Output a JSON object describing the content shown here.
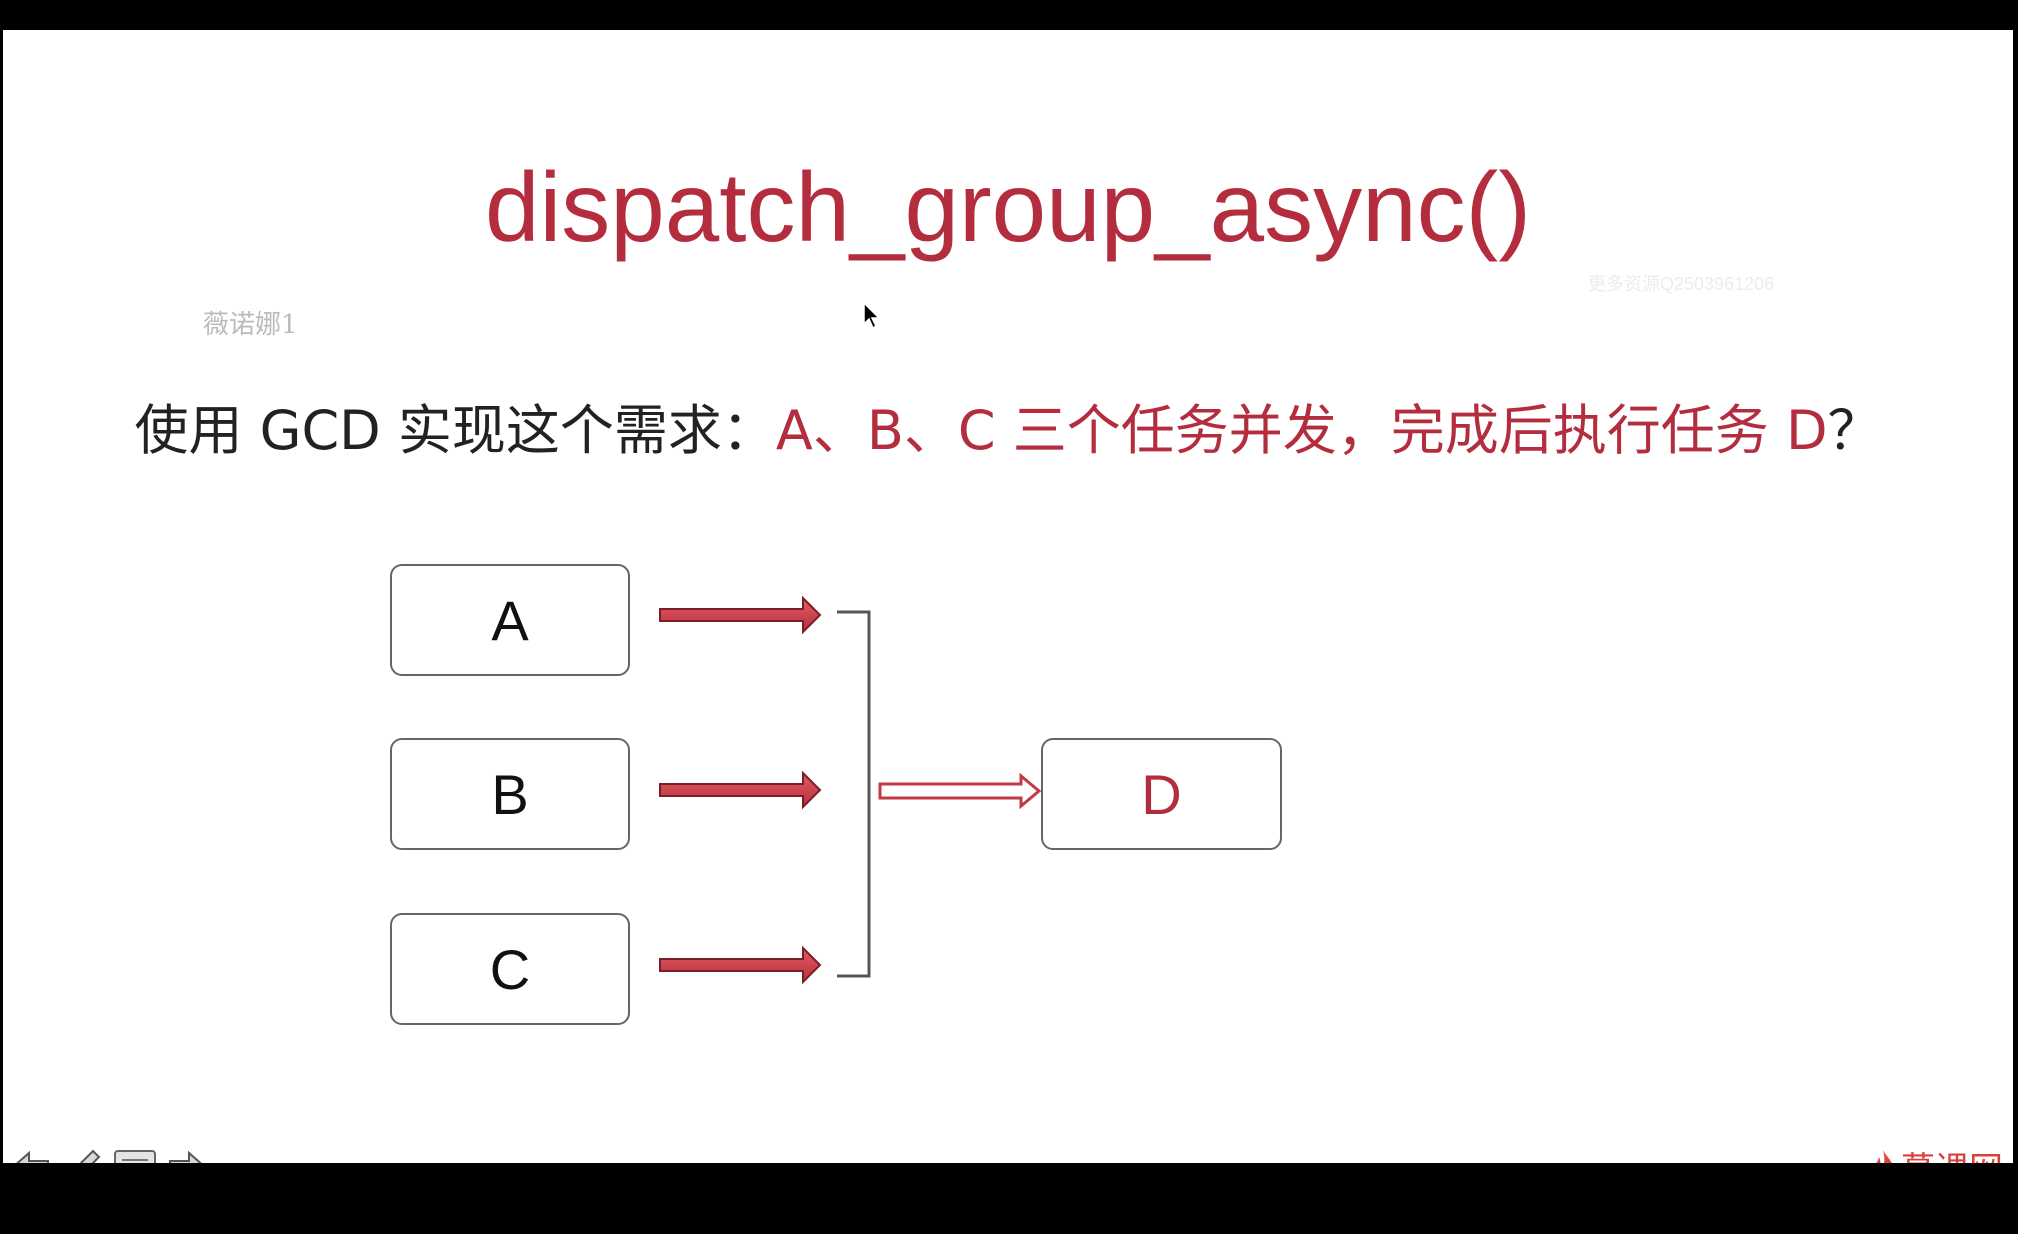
{
  "slide": {
    "title": "dispatch_group_async()",
    "watermark_left": "薇诺娜1",
    "watermark_right": "更多资源Q2503961206",
    "question_prefix": "使用 GCD 实现这个需求：",
    "question_highlight": "A、B、C 三个任务并发，完成后执行任务 D",
    "question_suffix": "？"
  },
  "diagram": {
    "tasks": [
      "A",
      "B",
      "C"
    ],
    "final_task": "D"
  },
  "toolbar": {
    "icons": [
      "arrow-left-icon",
      "pen-icon",
      "menu-icon",
      "arrow-right-icon"
    ]
  },
  "brand": {
    "name": "慕课网"
  },
  "colors": {
    "accent": "#b32d3e",
    "arrow_fill": "#d9414f",
    "text": "#222222",
    "box_border": "#666666"
  }
}
